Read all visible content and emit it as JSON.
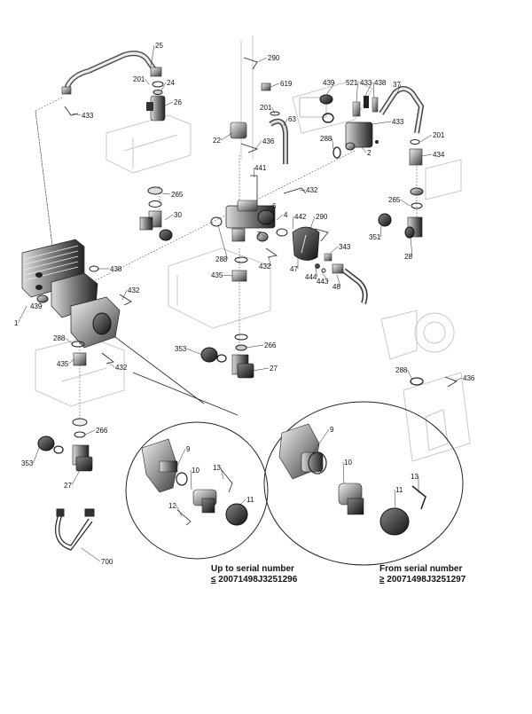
{
  "parts": [
    {
      "id": "p25",
      "label": "25"
    },
    {
      "id": "p201a",
      "label": "201"
    },
    {
      "id": "p24",
      "label": "24"
    },
    {
      "id": "p26",
      "label": "26"
    },
    {
      "id": "p433a",
      "label": "433"
    },
    {
      "id": "p265a",
      "label": "265"
    },
    {
      "id": "p30",
      "label": "30"
    },
    {
      "id": "p290a",
      "label": "290"
    },
    {
      "id": "p619",
      "label": "619"
    },
    {
      "id": "p201b",
      "label": "201"
    },
    {
      "id": "p63",
      "label": "63"
    },
    {
      "id": "p22",
      "label": "22"
    },
    {
      "id": "p436a",
      "label": "436"
    },
    {
      "id": "p441",
      "label": "441"
    },
    {
      "id": "p432a",
      "label": "432"
    },
    {
      "id": "p6",
      "label": "6"
    },
    {
      "id": "p4",
      "label": "4"
    },
    {
      "id": "p7",
      "label": "7"
    },
    {
      "id": "p442",
      "label": "442"
    },
    {
      "id": "p290b",
      "label": "290"
    },
    {
      "id": "p288a",
      "label": "288"
    },
    {
      "id": "p432b",
      "label": "432"
    },
    {
      "id": "p47",
      "label": "47"
    },
    {
      "id": "p343",
      "label": "343"
    },
    {
      "id": "p444",
      "label": "444"
    },
    {
      "id": "p443",
      "label": "443"
    },
    {
      "id": "p48",
      "label": "48"
    },
    {
      "id": "p435a",
      "label": "435"
    },
    {
      "id": "p439a",
      "label": "439"
    },
    {
      "id": "p521",
      "label": "521"
    },
    {
      "id": "p433b",
      "label": "433"
    },
    {
      "id": "p438a",
      "label": "438"
    },
    {
      "id": "p37",
      "label": "37"
    },
    {
      "id": "p433c",
      "label": "433"
    },
    {
      "id": "p288b",
      "label": "288"
    },
    {
      "id": "p2",
      "label": "2"
    },
    {
      "id": "p201c",
      "label": "201"
    },
    {
      "id": "p434",
      "label": "434"
    },
    {
      "id": "p265b",
      "label": "265"
    },
    {
      "id": "p351",
      "label": "351"
    },
    {
      "id": "p28",
      "label": "28"
    },
    {
      "id": "p438b",
      "label": "438"
    },
    {
      "id": "p439b",
      "label": "439"
    },
    {
      "id": "p1",
      "label": "1"
    },
    {
      "id": "p432c",
      "label": "432"
    },
    {
      "id": "p288c",
      "label": "288"
    },
    {
      "id": "p435b",
      "label": "435"
    },
    {
      "id": "p432d",
      "label": "432"
    },
    {
      "id": "p353a",
      "label": "353"
    },
    {
      "id": "p266a",
      "label": "266"
    },
    {
      "id": "p27a",
      "label": "27"
    },
    {
      "id": "p288d",
      "label": "288"
    },
    {
      "id": "p436b",
      "label": "436"
    },
    {
      "id": "p266b",
      "label": "266"
    },
    {
      "id": "p353b",
      "label": "353"
    },
    {
      "id": "p27b",
      "label": "27"
    },
    {
      "id": "p700",
      "label": "700"
    },
    {
      "id": "p9a",
      "label": "9"
    },
    {
      "id": "p10a",
      "label": "10"
    },
    {
      "id": "p13a",
      "label": "13"
    },
    {
      "id": "p12",
      "label": "12"
    },
    {
      "id": "p11a",
      "label": "11"
    },
    {
      "id": "p9b",
      "label": "9"
    },
    {
      "id": "p10b",
      "label": "10"
    },
    {
      "id": "p13b",
      "label": "13"
    },
    {
      "id": "p11b",
      "label": "11"
    }
  ],
  "captions": {
    "left_title": "Up to serial number",
    "left_symbol": "≤",
    "left_serial": " 20071498J3251296",
    "right_title": "From serial number",
    "right_symbol": "≥",
    "right_serial": " 20071498J3251297"
  }
}
